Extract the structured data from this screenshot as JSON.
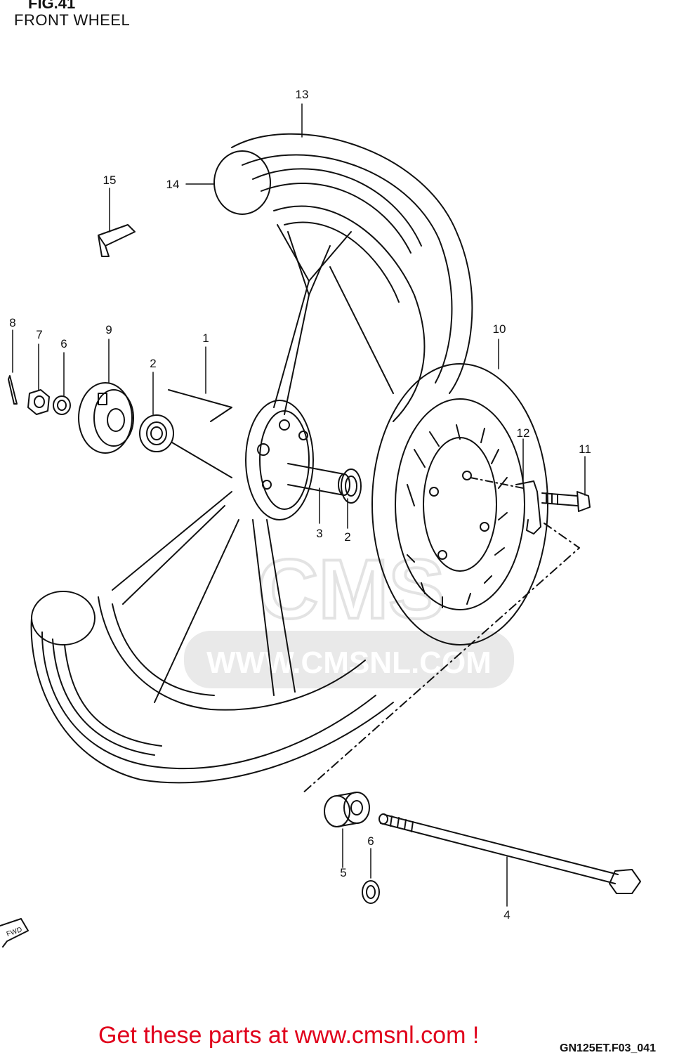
{
  "header": {
    "figure_title": "FIG.41",
    "subtitle": "FRONT WHEEL"
  },
  "watermark": {
    "text": "WWW.CMSNL.COM",
    "logo": "CMS"
  },
  "callouts": {
    "c1": "1",
    "c2a": "2",
    "c2b": "2",
    "c3": "3",
    "c4": "4",
    "c5": "5",
    "c6a": "6",
    "c6b": "6",
    "c7": "7",
    "c8": "8",
    "c9": "9",
    "c10": "10",
    "c11": "11",
    "c12": "12",
    "c13": "13",
    "c14": "14",
    "c15": "15"
  },
  "fwd_marker": "FWD",
  "footer": {
    "link_text": "Get these parts at www.cmsnl.com !",
    "drawing_code": "GN125ET.F03_041"
  }
}
